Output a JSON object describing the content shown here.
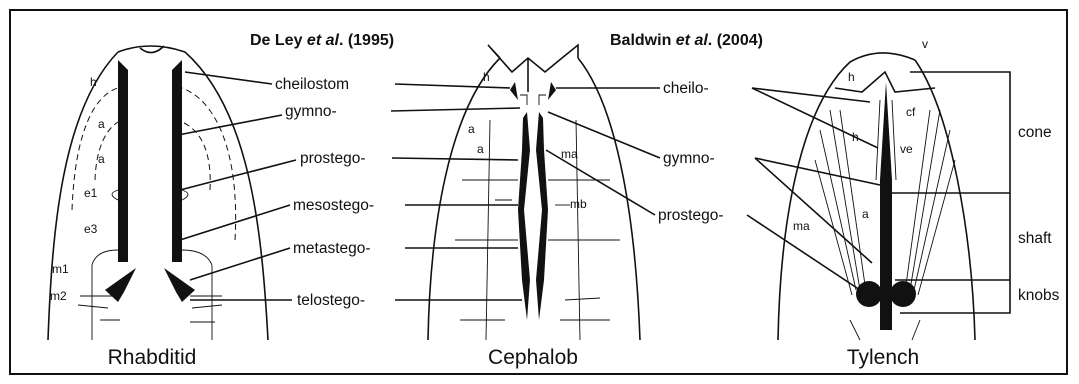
{
  "titles": {
    "left_author": "De Ley ",
    "left_etal": "et al",
    "left_year": ". (1995)",
    "right_author": "Baldwin ",
    "right_etal": "et al",
    "right_year": ". (2004)"
  },
  "taxa": {
    "rhabditid": "Rhabditid",
    "cephalob": "Cephalob",
    "tylench": "Tylench"
  },
  "de_ley_terms": [
    "cheilostom",
    "gymno-",
    "prostego-",
    "mesostego-",
    "metastego-",
    "telostego-"
  ],
  "baldwin_terms": [
    "cheilo-",
    "gymno-",
    "prostego-"
  ],
  "stylet_parts": [
    "cone",
    "shaft",
    "knobs"
  ],
  "rhabditid_labels": [
    "h",
    "a",
    "a",
    "e1",
    "e3",
    "m1",
    "m2"
  ],
  "cephalob_labels": [
    "h",
    "a",
    "a",
    "ma",
    "mb"
  ],
  "tylench_labels": [
    "v",
    "h",
    "cf",
    "h",
    "ve",
    "a",
    "ma"
  ]
}
